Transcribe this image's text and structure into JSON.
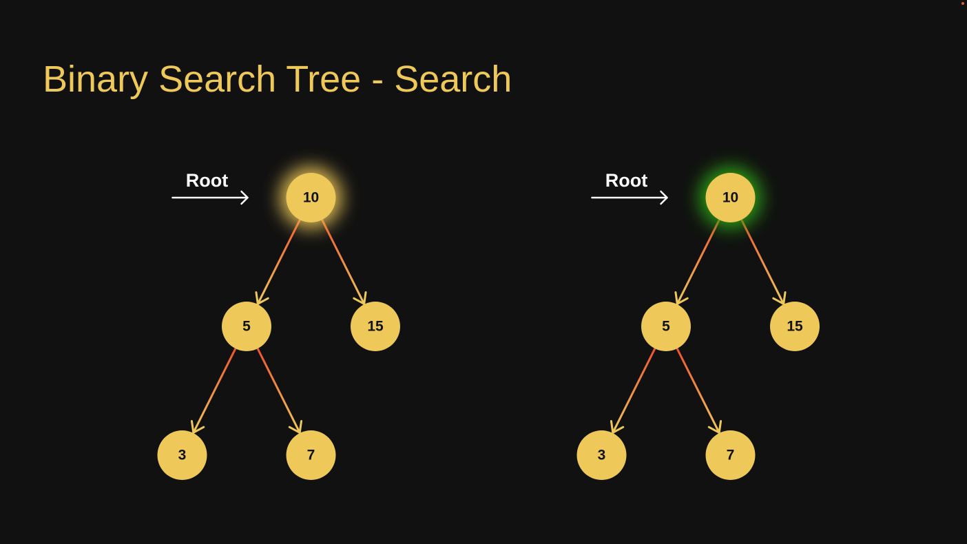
{
  "title": "Binary Search Tree - Search",
  "colors": {
    "background": "#111111",
    "title": "#eec95a",
    "node_fill": "#eec95a",
    "node_text": "#111111",
    "edge_start": "#f0522c",
    "edge_end": "#eec95a",
    "root_text": "#ffffff",
    "arrow": "#ffffff",
    "glow_visiting": "#eec95a",
    "glow_found": "#2eaa12",
    "corner_dot": "#e0602a"
  },
  "trees": [
    {
      "root_label": "Root",
      "highlight": "visiting",
      "nodes": {
        "root": "10",
        "left": "5",
        "right": "15",
        "left_left": "3",
        "left_right": "7"
      }
    },
    {
      "root_label": "Root",
      "highlight": "found",
      "nodes": {
        "root": "10",
        "left": "5",
        "right": "15",
        "left_left": "3",
        "left_right": "7"
      }
    }
  ]
}
